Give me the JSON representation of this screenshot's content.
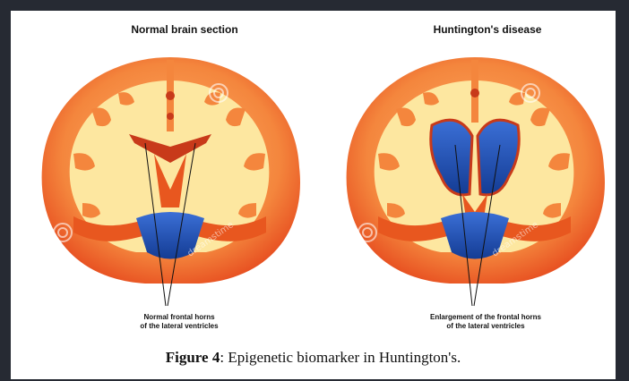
{
  "panels": {
    "left": {
      "title": "Normal brain section",
      "annotation_line1": "Normal frontal horns",
      "annotation_line2": "of the lateral ventricles"
    },
    "right": {
      "title": "Huntington's disease",
      "annotation_line1": "Enlargement of the frontal horns",
      "annotation_line2": "of the lateral ventricles"
    }
  },
  "caption": {
    "label": "Figure 4",
    "text": ": Epigenetic biomarker in Huntington's."
  },
  "watermark": "dreamstime",
  "colors": {
    "background": "#262a33",
    "cortex": "#f07a36",
    "white_matter": "#fde7a0",
    "ventricle": "#1f4aa8",
    "basal": "#e8571f",
    "caudate": "#c83a1a"
  }
}
